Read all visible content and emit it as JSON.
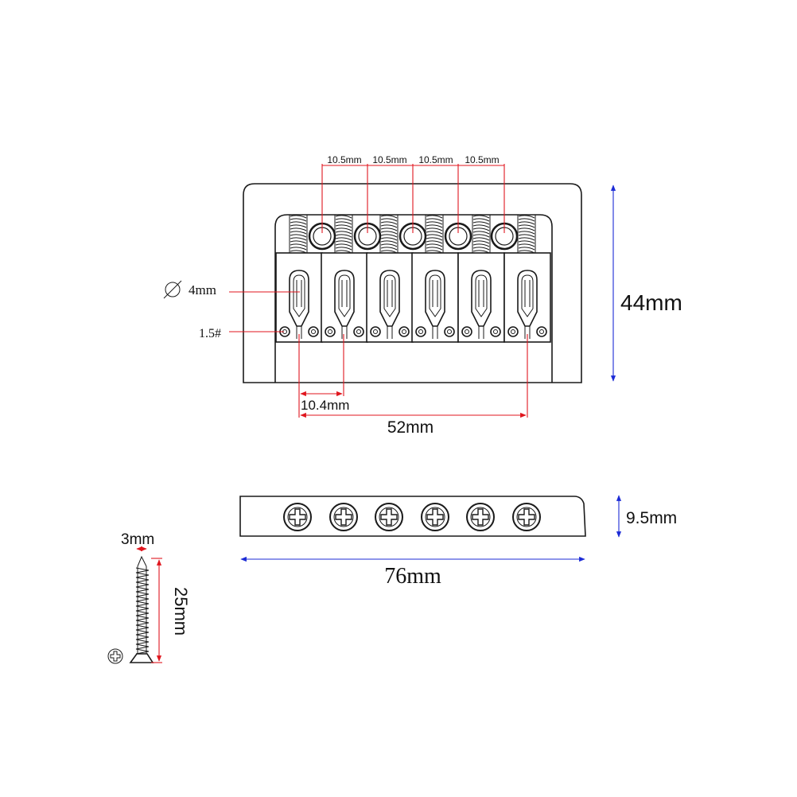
{
  "dimensions": {
    "string_spacing": [
      "10.5mm",
      "10.5mm",
      "10.5mm",
      "10.5mm"
    ],
    "hole_diameter": "4mm",
    "screw_size": "1.5#",
    "saddle_width": "10.4mm",
    "string_span": "52mm",
    "height": "44mm",
    "thickness": "9.5mm",
    "width": "76mm",
    "screw_diameter": "3mm",
    "screw_length": "25mm"
  },
  "saddle_count": 6,
  "colors": {
    "outline": "#1a1a1a",
    "dimension_red": "#e0161e",
    "dimension_blue": "#1c2bd6"
  }
}
